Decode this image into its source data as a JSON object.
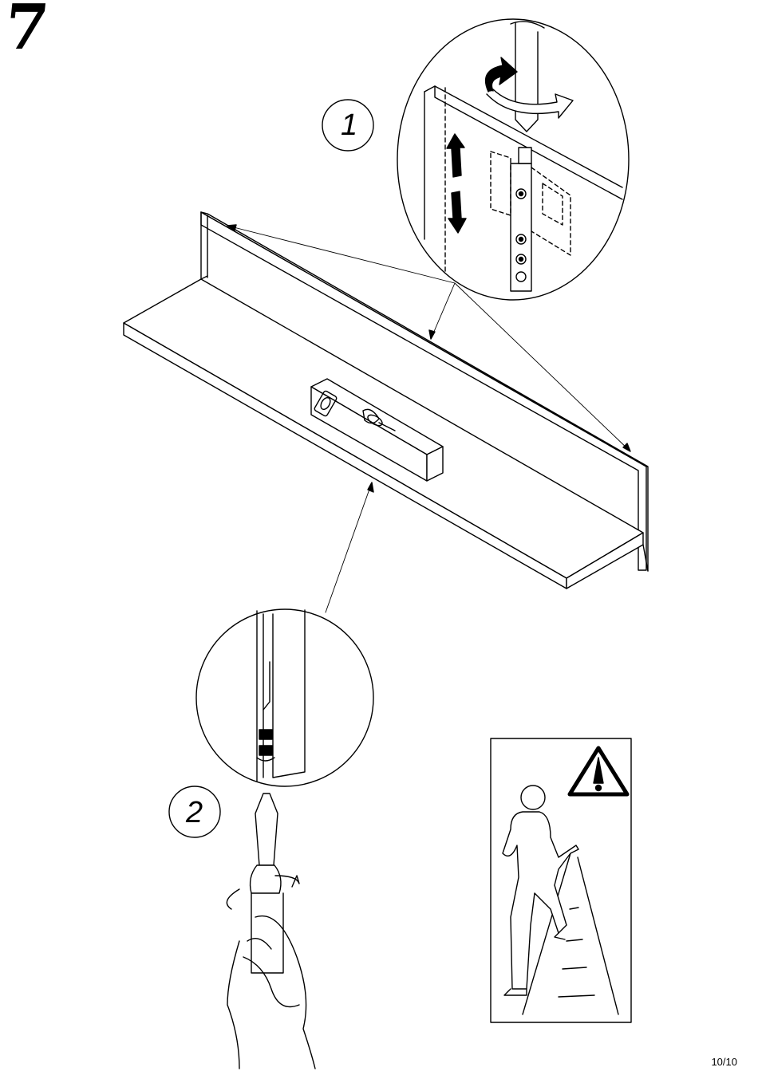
{
  "step": {
    "number": "7"
  },
  "callouts": [
    {
      "label": "1"
    },
    {
      "label": "2"
    }
  ],
  "page": {
    "number": "10/10"
  },
  "icons": {
    "warning": "warning-triangle-icon",
    "rotate": "rotate-arrow-icon",
    "updown": "up-down-arrow-icon"
  },
  "colors": {
    "line": "#000000",
    "paper": "#ffffff"
  }
}
